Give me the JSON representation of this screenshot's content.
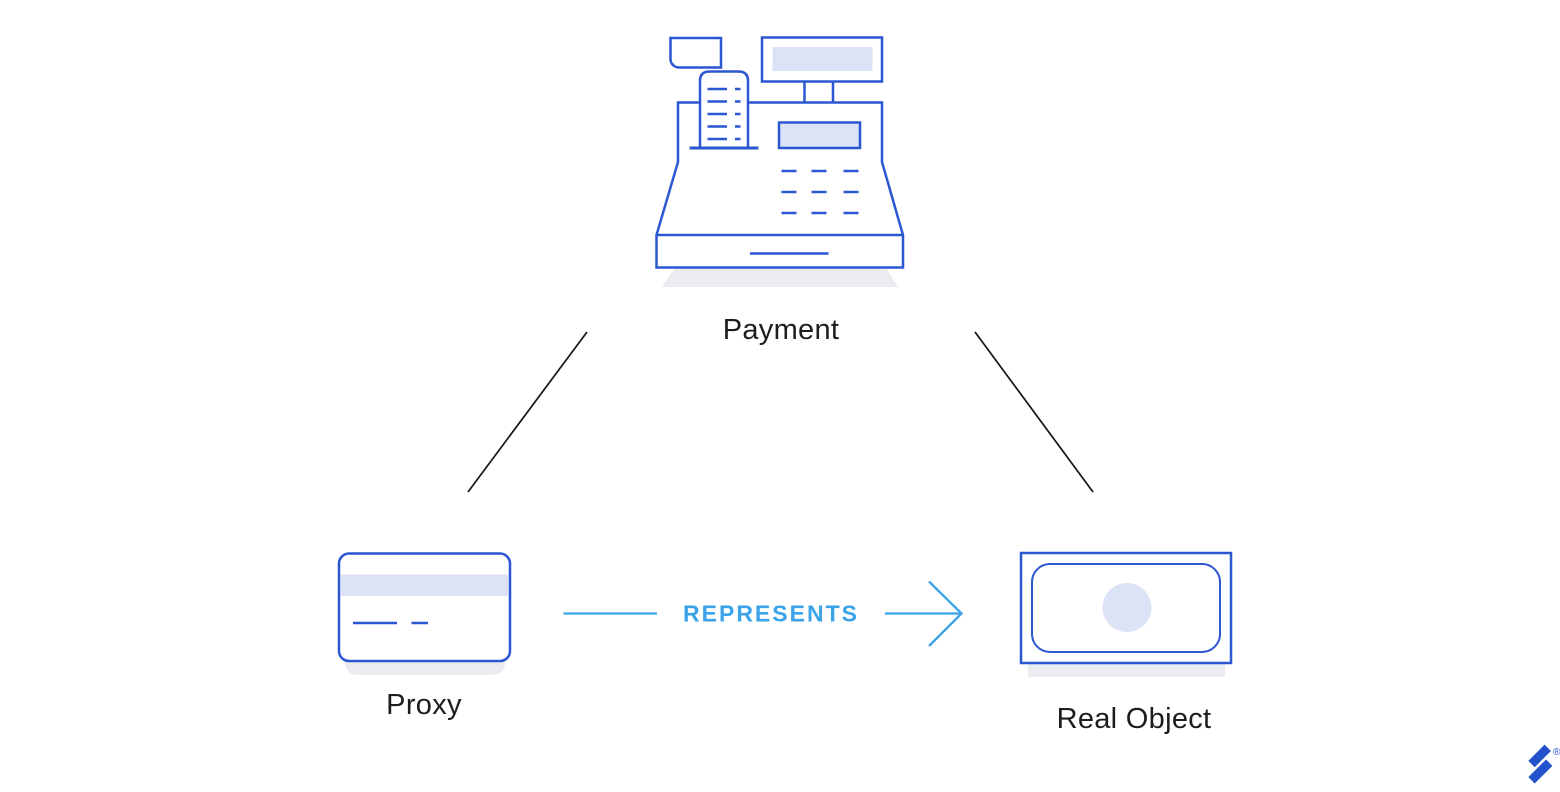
{
  "diagram": {
    "nodes": [
      {
        "id": "payment",
        "label": "Payment",
        "icon": "cash-register-icon"
      },
      {
        "id": "proxy",
        "label": "Proxy",
        "icon": "credit-card-icon"
      },
      {
        "id": "real_object",
        "label": "Real Object",
        "icon": "money-bill-icon"
      }
    ],
    "edges": [
      {
        "from": "Proxy",
        "to": "Payment",
        "type": "line",
        "label": ""
      },
      {
        "from": "Real Object",
        "to": "Payment",
        "type": "line",
        "label": ""
      },
      {
        "from": "Proxy",
        "to": "Real Object",
        "type": "arrow",
        "label": "REPRESENTS"
      }
    ]
  },
  "branding": {
    "logo": "toptal-logomark",
    "registered_symbol": "®"
  },
  "colors": {
    "background": "#ffffff",
    "icon_outline_blue": "#2b57d2",
    "icon_fill_lavender": "#dde3f7",
    "accent_light_blue": "#3aa3e9",
    "shadow_gray": "#eaecef",
    "connector_black": "#141414",
    "label_text": "#1d1d1f",
    "logo_blue": "#2353cb"
  }
}
